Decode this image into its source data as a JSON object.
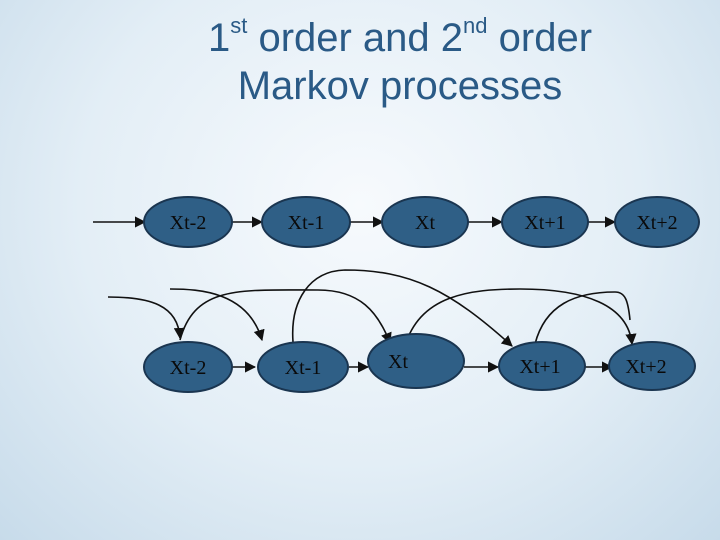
{
  "title": {
    "line1": {
      "num1": "1",
      "sup1": "st",
      "mid": " order and ",
      "num2": "2",
      "sup2": "nd",
      "end": " order"
    },
    "line2": "Markov processes"
  },
  "colors": {
    "node_fill": "#2f5f86",
    "node_stroke": "#1a3550",
    "edge": "#111111",
    "title": "#2a5a86"
  },
  "first_order_chain": {
    "nodes": [
      "Xt-2",
      "Xt-1",
      "Xt",
      "Xt+1",
      "Xt+2"
    ]
  },
  "second_order_chain": {
    "nodes": [
      "Xt-2",
      "Xt-1",
      "Xt",
      "Xt+1",
      "Xt+2"
    ]
  }
}
